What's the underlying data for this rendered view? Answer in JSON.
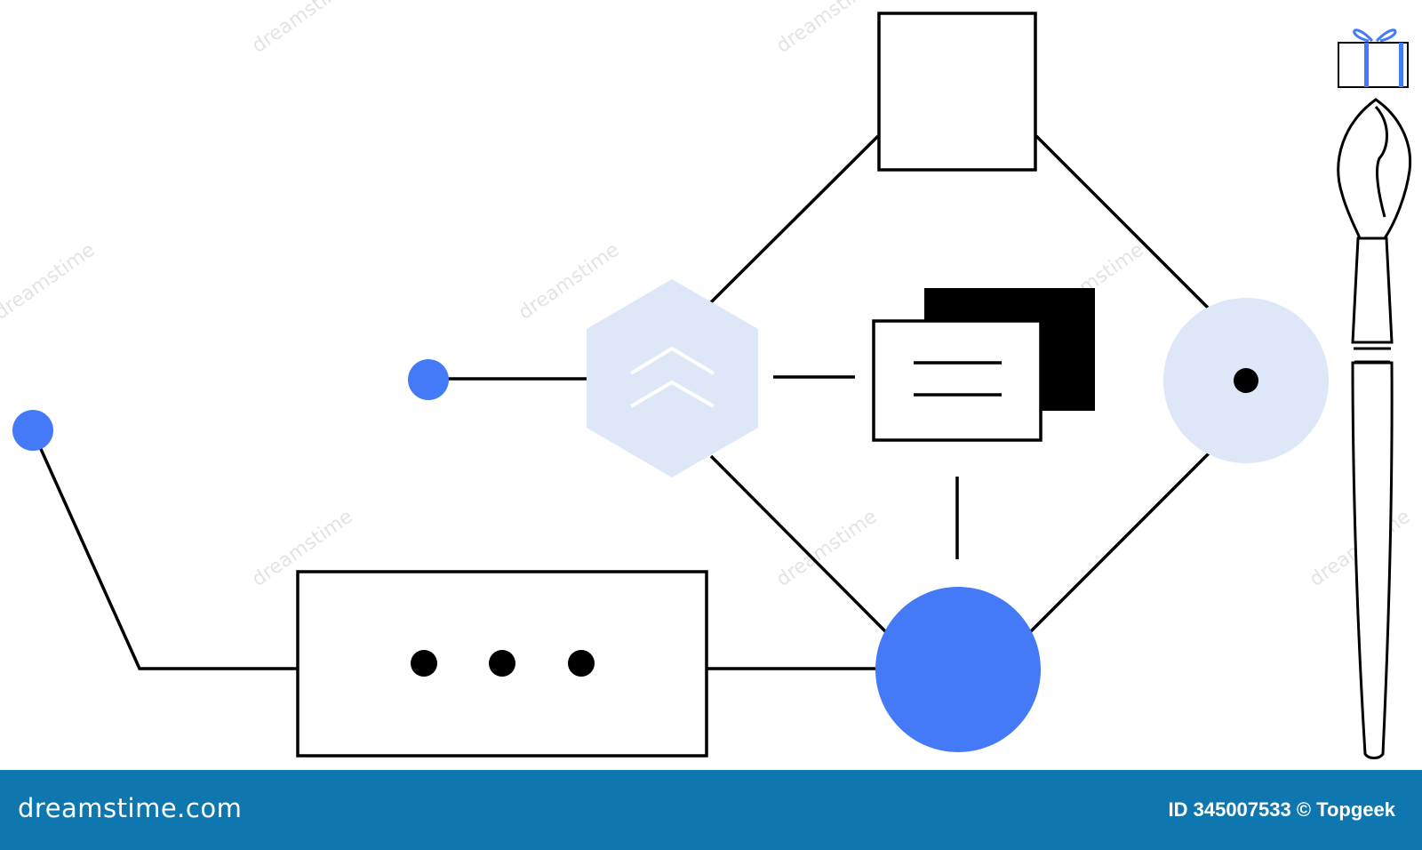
{
  "colors": {
    "accent_blue": "#4479f8",
    "pale_blue": "#dde7f8",
    "stroke": "#000000",
    "footer_bg": "#0f77b0",
    "footer_text": "#ffffff"
  },
  "diagram": {
    "nodes": [
      {
        "id": "square-node",
        "kind": "square",
        "icon": "empty-square"
      },
      {
        "id": "hexagon-node",
        "kind": "hexagon",
        "icon": "double-chevron-up-icon"
      },
      {
        "id": "documents-node",
        "kind": "stacked-cards",
        "icon": "documents-icon"
      },
      {
        "id": "target-node",
        "kind": "circle",
        "icon": "dot-in-circle-icon"
      },
      {
        "id": "blue-circle-node",
        "kind": "filled-circle"
      },
      {
        "id": "ellipsis-node",
        "kind": "rectangle",
        "icon": "more-dots-icon"
      }
    ],
    "decorations": [
      "gift-icon",
      "paintbrush-icon",
      "blue-pin-dot"
    ]
  },
  "watermark": {
    "text": "dreamstime"
  },
  "footer": {
    "brand": "dreamstime.com",
    "stock_id": "ID 345007533 © Topgeek"
  }
}
